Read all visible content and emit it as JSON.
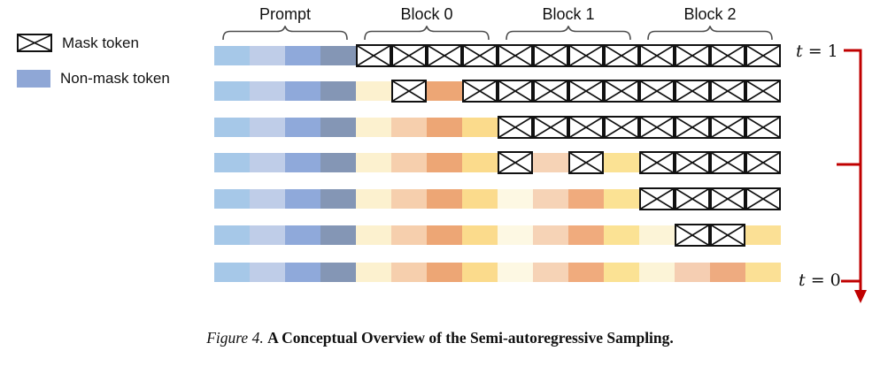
{
  "figure": {
    "legend": {
      "items": [
        {
          "id": "mask",
          "type": "mask-icon",
          "label": "Mask token"
        },
        {
          "id": "nonmask",
          "type": "swatch",
          "label": "Non-mask token",
          "color": "#8FA7D6"
        }
      ]
    },
    "groups": [
      {
        "label": "Prompt",
        "start": 0,
        "count": 4
      },
      {
        "label": "Block 0",
        "start": 4,
        "count": 4
      },
      {
        "label": "Block 1",
        "start": 8,
        "count": 4
      },
      {
        "label": "Block 2",
        "start": 12,
        "count": 4
      }
    ],
    "palette": {
      "p1": "#A6C8E8",
      "p2": "#BFCDE8",
      "p3": "#8FA9DA",
      "p4": "#8496B5",
      "a1": "#FCF1CF",
      "a2": "#F6CFAD",
      "a3": "#EDA675",
      "a4": "#FBDB8C",
      "b1": "#FDF8E3",
      "b2": "#F6D3B6",
      "b3": "#F0AB7D",
      "b4": "#FBE294",
      "c1": "#FCF4D7",
      "c2": "#F5CEB2",
      "c3": "#EEAB80",
      "c4": "#FBE095",
      "mask_border": "#111111",
      "brace_stroke": "#4D4D4D"
    },
    "rows": [
      [
        "p1",
        "p2",
        "p3",
        "p4",
        "m",
        "m",
        "m",
        "m",
        "m",
        "m",
        "m",
        "m",
        "m",
        "m",
        "m",
        "m"
      ],
      [
        "p1",
        "p2",
        "p3",
        "p4",
        "a1",
        "m",
        "a3",
        "m",
        "m",
        "m",
        "m",
        "m",
        "m",
        "m",
        "m",
        "m"
      ],
      [
        "p1",
        "p2",
        "p3",
        "p4",
        "a1",
        "a2",
        "a3",
        "a4",
        "m",
        "m",
        "m",
        "m",
        "m",
        "m",
        "m",
        "m"
      ],
      [
        "p1",
        "p2",
        "p3",
        "p4",
        "a1",
        "a2",
        "a3",
        "a4",
        "m",
        "b2",
        "m",
        "b4",
        "m",
        "m",
        "m",
        "m"
      ],
      [
        "p1",
        "p2",
        "p3",
        "p4",
        "a1",
        "a2",
        "a3",
        "a4",
        "b1",
        "b2",
        "b3",
        "b4",
        "m",
        "m",
        "m",
        "m"
      ],
      [
        "p1",
        "p2",
        "p3",
        "p4",
        "a1",
        "a2",
        "a3",
        "a4",
        "b1",
        "b2",
        "b3",
        "b4",
        "c1",
        "m",
        "m",
        "c4"
      ],
      [
        "p1",
        "p2",
        "p3",
        "p4",
        "a1",
        "a2",
        "a3",
        "a4",
        "b1",
        "b2",
        "b3",
        "b4",
        "c1",
        "c2",
        "c3",
        "c4"
      ]
    ],
    "timeline": {
      "color": "#C00000",
      "start_var": "t",
      "start_val": "= 1",
      "end_var": "t",
      "end_val": "= 0"
    },
    "caption": {
      "prefix": "Figure 4.",
      "title": "A Conceptual Overview of the Semi-autoregressive Sampling."
    }
  }
}
